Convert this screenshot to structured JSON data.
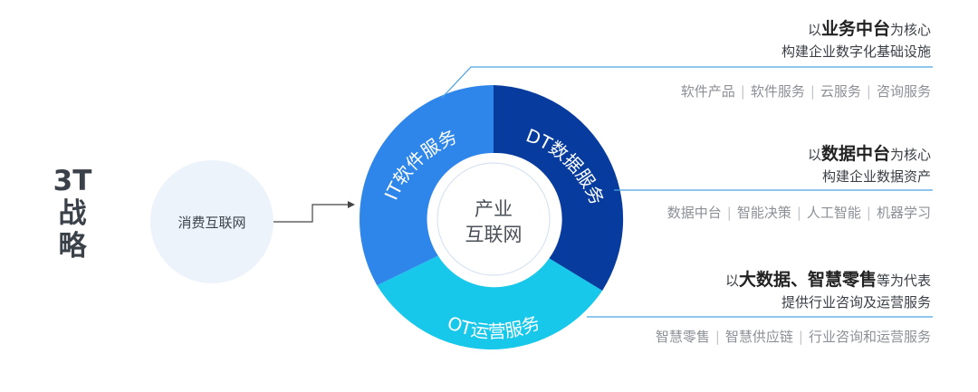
{
  "title": {
    "line1": "3T",
    "line2": "战",
    "line3": "略"
  },
  "consumer_label": "消费互联网",
  "center": {
    "line1": "产业",
    "line2": "互联网"
  },
  "segments": {
    "it": "IT软件服务",
    "dt": "DT数据服务",
    "ot": "OT运营服务"
  },
  "colors": {
    "it": "#2f86ea",
    "dt": "#073c9e",
    "ot": "#18c8ea",
    "line": "#4aa3e4"
  },
  "sections": {
    "business": {
      "prefix": "以",
      "bold": "业务中台",
      "suffix": "为核心",
      "sub": "构建企业数字化基础设施",
      "tags": [
        "软件产品",
        "软件服务",
        "云服务",
        "咨询服务"
      ]
    },
    "data": {
      "prefix": "以",
      "bold": "数据中台",
      "suffix": "为核心",
      "sub": "构建企业数据资产",
      "tags": [
        "数据中台",
        "智能决策",
        "人工智能",
        "机器学习"
      ]
    },
    "ops": {
      "prefix": "以",
      "bold": "大数据、智慧零售",
      "suffix": "等为代表",
      "sub": "提供行业咨询及运营服务",
      "tags": [
        "智慧零售",
        "智慧供应链",
        "行业咨询和运营服务"
      ]
    }
  }
}
